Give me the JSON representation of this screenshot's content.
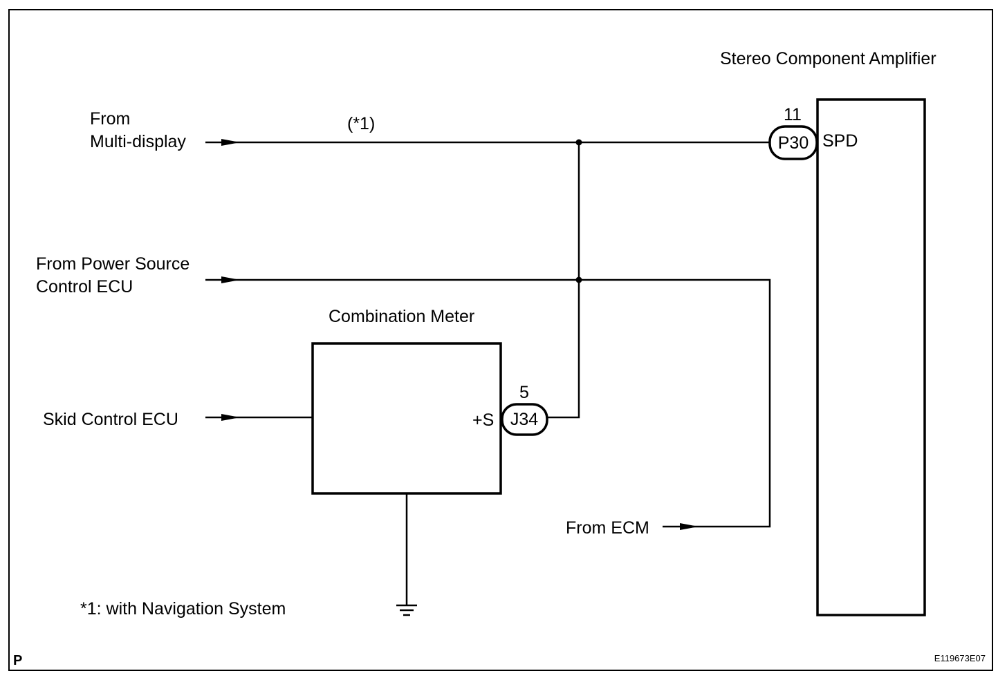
{
  "labels": {
    "amplifier": "Stereo Component Amplifier",
    "from": "From",
    "multi_display": "Multi-display",
    "note_ref": "(*1)",
    "from_power_source": "From Power Source",
    "control_ecu": "Control ECU",
    "combination_meter": "Combination Meter",
    "skid_control_ecu": "Skid Control ECU",
    "from_ecm": "From ECM",
    "footnote": "*1: with Navigation System",
    "corner": "P",
    "figure_id": "E119673E07"
  },
  "connectors": {
    "p30": {
      "pin": "11",
      "id": "P30",
      "terminal": "SPD"
    },
    "j34": {
      "pin": "5",
      "id": "J34",
      "terminal": "+S"
    }
  }
}
